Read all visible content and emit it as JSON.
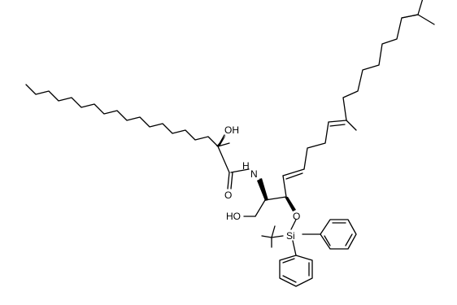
{
  "atoms": {
    "oh_top": "OH",
    "nh": "N",
    "nh_h": "H",
    "carbonyl_o": "O",
    "ho_left": "HO",
    "ether_o": "O",
    "si": "Si"
  },
  "colors": {
    "bond": "#000000",
    "background": "#ffffff"
  }
}
